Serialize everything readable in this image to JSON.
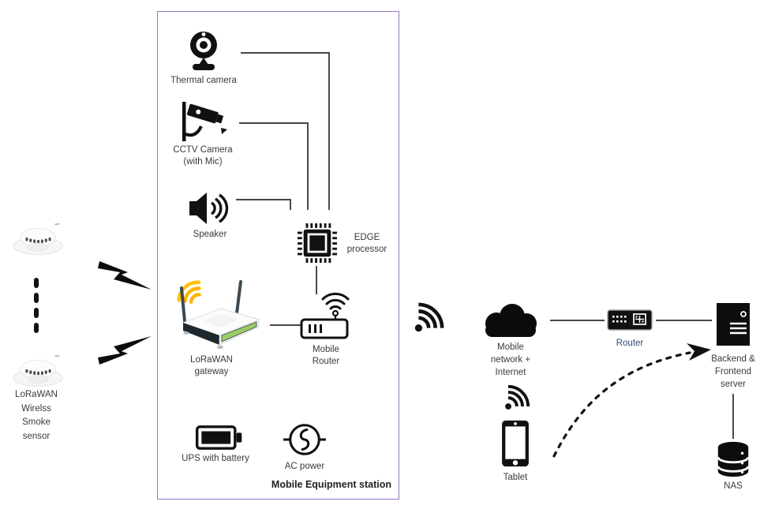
{
  "diagram": {
    "type": "network-architecture-diagram",
    "station_title": "Mobile Equipment station"
  },
  "colors": {
    "station_border": "#9673C8",
    "router_label": "#2E4A75",
    "gateway_wifi_orange": "#FFB300",
    "gateway_strip_green": "#9CCC65",
    "icon_black": "#111111",
    "label_gray": "#3a3a3a"
  },
  "station": {
    "title": "Mobile Equipment station",
    "thermal_camera": {
      "label": "Thermal camera"
    },
    "cctv_camera": {
      "line1": "CCTV Camera",
      "line2": "(with Mic)"
    },
    "speaker": {
      "label": "Speaker"
    },
    "edge_processor": {
      "line1": "EDGE",
      "line2": "processor"
    },
    "lorawan_gateway": {
      "line1": "LoRaWAN",
      "line2": "gateway"
    },
    "mobile_router": {
      "line1": "Mobile",
      "line2": "Router"
    },
    "ups": {
      "label": "UPS with battery"
    },
    "ac_power": {
      "label": "AC power"
    }
  },
  "sensors": {
    "smoke_sensor": {
      "line1": "LoRaWAN",
      "line2": "Wirelss",
      "line3": "Smoke",
      "line4": "sensor"
    }
  },
  "network": {
    "mobile_network": {
      "line1": "Mobile",
      "line2": "network +",
      "line3": "Internet"
    },
    "router": {
      "label": "Router"
    },
    "backend_server": {
      "line1": "Backend &",
      "line2": "Frontend",
      "line3": "server"
    },
    "tablet": {
      "label": "Tablet"
    },
    "nas": {
      "label": "NAS"
    }
  },
  "icons": [
    "webcam-icon",
    "cctv-camera-icon",
    "speaker-icon",
    "chip-icon",
    "wifi-router-3d-icon",
    "mobile-router-icon",
    "battery-icon",
    "ac-source-icon",
    "smoke-detector-icon",
    "lightning-bolt-icon",
    "wifi-signal-icon",
    "cloud-icon",
    "rack-router-icon",
    "server-tower-icon",
    "tablet-icon",
    "database-icon"
  ]
}
